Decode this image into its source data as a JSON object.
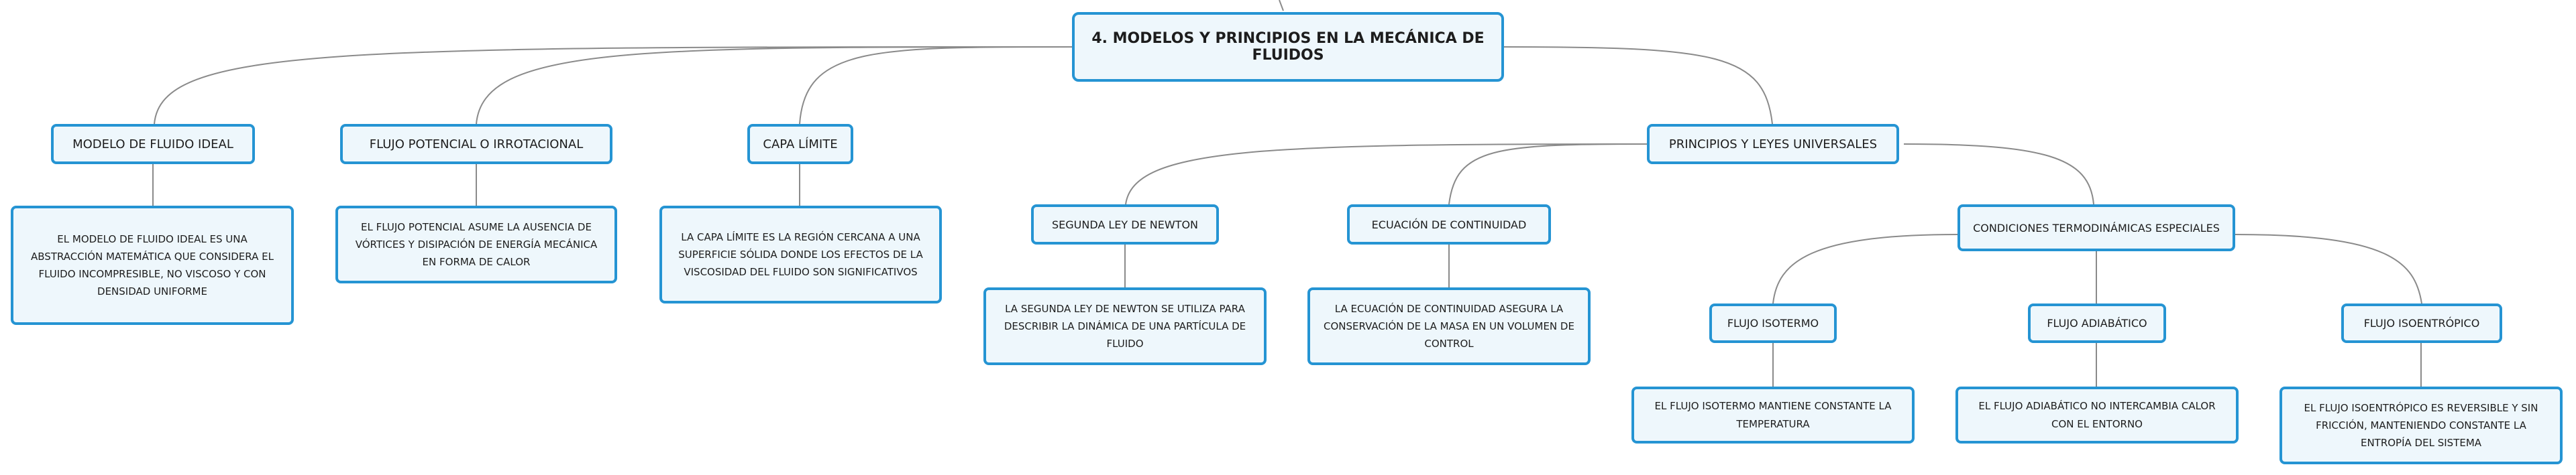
{
  "colors": {
    "border": "#2594d3",
    "fill": "#eef7fc",
    "line": "#8a8a8a"
  },
  "root": {
    "label": "4. MODELOS Y PRINCIPIOS EN LA MECÁNICA DE FLUIDOS"
  },
  "ideal": {
    "label": "MODELO DE FLUIDO IDEAL",
    "desc": "EL MODELO DE FLUIDO IDEAL ES UNA ABSTRACCIÓN MATEMÁTICA QUE CONSIDERA EL FLUIDO INCOMPRESIBLE, NO VISCOSO Y CON DENSIDAD UNIFORME"
  },
  "potencial": {
    "label": "FLUJO POTENCIAL O IRROTACIONAL",
    "desc": "EL FLUJO POTENCIAL ASUME LA AUSENCIA DE VÓRTICES Y DISIPACIÓN DE ENERGÍA MECÁNICA EN FORMA DE CALOR"
  },
  "capa": {
    "label": "CAPA LÍMITE",
    "desc": "LA CAPA LÍMITE ES LA REGIÓN CERCANA A UNA SUPERFICIE SÓLIDA DONDE LOS EFECTOS DE LA VISCOSIDAD DEL FLUIDO SON SIGNIFICATIVOS"
  },
  "principios": {
    "label": "PRINCIPIOS Y LEYES UNIVERSALES",
    "newton": {
      "label": "SEGUNDA LEY DE NEWTON",
      "desc": "LA SEGUNDA LEY DE NEWTON SE UTILIZA PARA DESCRIBIR LA DINÁMICA DE UNA PARTÍCULA DE FLUIDO"
    },
    "continuidad": {
      "label": "ECUACIÓN DE CONTINUIDAD",
      "desc": "LA ECUACIÓN DE CONTINUIDAD ASEGURA LA CONSERVACIÓN DE LA MASA EN UN VOLUMEN DE CONTROL"
    },
    "condiciones": {
      "label": "CONDICIONES TERMODINÁMICAS ESPECIALES",
      "isotermo": {
        "label": "FLUJO ISOTERMO",
        "desc": "EL FLUJO ISOTERMO MANTIENE CONSTANTE LA TEMPERATURA"
      },
      "adiabatico": {
        "label": "FLUJO ADIABÁTICO",
        "desc": "EL FLUJO ADIABÁTICO NO INTERCAMBIA CALOR CON EL ENTORNO"
      },
      "isoentropico": {
        "label": "FLUJO ISOENTRÓPICO",
        "desc": "EL FLUJO ISOENTRÓPICO ES REVERSIBLE Y SIN FRICCIÓN, MANTENIENDO CONSTANTE LA ENTROPÍA DEL SISTEMA"
      }
    }
  }
}
